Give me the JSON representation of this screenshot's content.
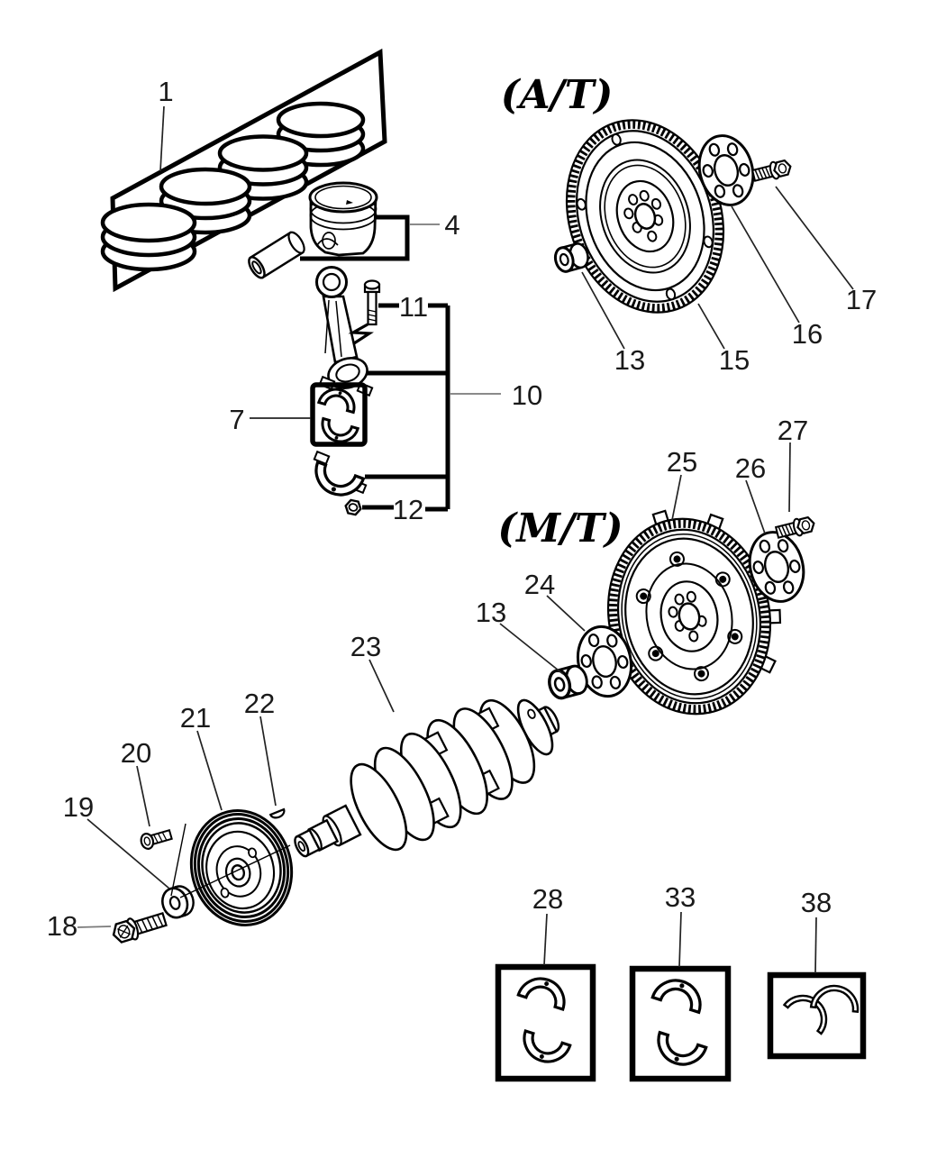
{
  "figure": {
    "background": "#ffffff",
    "ink": "#000000",
    "leader_color": "#7a7a7a",
    "sections": [
      {
        "id": "automatic",
        "label": "(A/T)"
      },
      {
        "id": "manual",
        "label": "(M/T)"
      }
    ],
    "callouts": [
      {
        "part": "piston-ring-set",
        "text": "1"
      },
      {
        "part": "piston-with-pin",
        "text": "4"
      },
      {
        "part": "rod-bearing",
        "text": "7"
      },
      {
        "part": "connecting-rod-assembly",
        "text": "10"
      },
      {
        "part": "connecting-rod-bolt",
        "text": "11"
      },
      {
        "part": "connecting-rod-nut",
        "text": "12"
      },
      {
        "part": "crankshaft-bushing-at",
        "text": "13"
      },
      {
        "part": "drive-plate-at",
        "text": "15"
      },
      {
        "part": "adapter-plate-at",
        "text": "16"
      },
      {
        "part": "drive-plate-bolt-at",
        "text": "17"
      },
      {
        "part": "flywheel-mt",
        "text": "25"
      },
      {
        "part": "adapter-plate-mt",
        "text": "26"
      },
      {
        "part": "flywheel-bolt-mt",
        "text": "27"
      },
      {
        "part": "spacer-plate-mt",
        "text": "24"
      },
      {
        "part": "crankshaft-bushing-mt",
        "text": "13"
      },
      {
        "part": "crankshaft",
        "text": "23"
      },
      {
        "part": "crankshaft-key",
        "text": "22"
      },
      {
        "part": "crankshaft-pulley",
        "text": "21"
      },
      {
        "part": "pulley-bolt",
        "text": "20"
      },
      {
        "part": "pulley-washer",
        "text": "19"
      },
      {
        "part": "crankshaft-bolt",
        "text": "18"
      },
      {
        "part": "main-bearing-set-upper",
        "text": "28"
      },
      {
        "part": "main-bearing-set-lower",
        "text": "33"
      },
      {
        "part": "thrust-washer-set",
        "text": "38"
      }
    ]
  }
}
